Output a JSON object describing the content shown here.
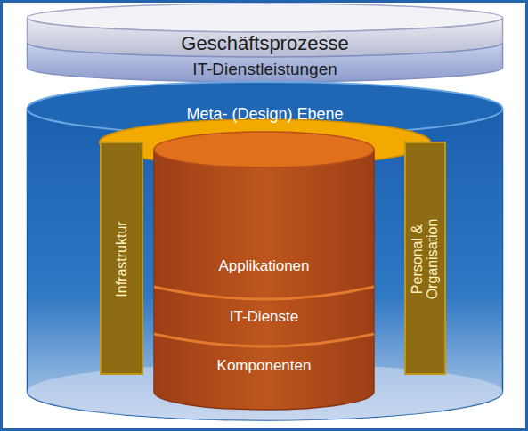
{
  "diagram": {
    "nodes": [
      {
        "text": [
          "Geschäftsprozesse"
        ]
      },
      {
        "text": [
          "IT-Dienstleistungen"
        ]
      },
      {
        "text": [
          "Meta- (Design) Ebene"
        ]
      },
      {
        "text": [
          "Infrastruktur"
        ],
        "in": 2
      },
      {
        "text": [
          "Applikationen"
        ],
        "in": 2
      },
      {
        "text": [
          "IT-Dienste"
        ],
        "in": 2
      },
      {
        "text": [
          "Komponenten"
        ],
        "in": 2
      },
      {
        "text": [
          "Personal & Organisation"
        ],
        "in": 2
      }
    ]
  }
}
